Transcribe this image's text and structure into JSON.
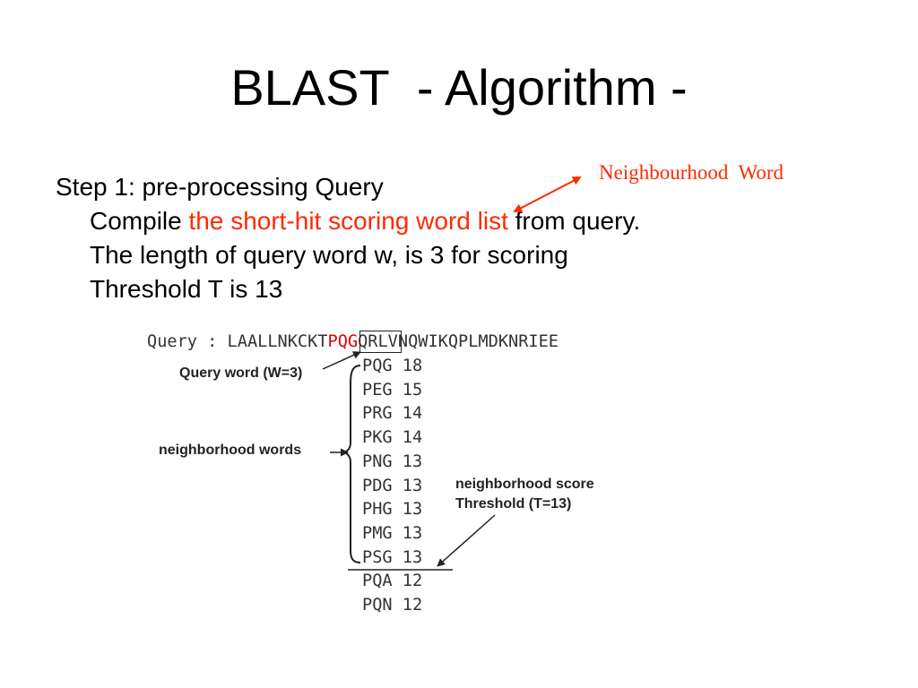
{
  "slide": {
    "title": "BLAST  - Algorithm -",
    "step": {
      "heading": "Step 1: pre-processing Query",
      "line2_prefix": "Compile ",
      "line2_highlight": "the short-hit scoring word list",
      "line2_suffix": " from query.",
      "line3": "The length of query word w, is 3 for scoring",
      "line4": "Threshold T is 13"
    },
    "annotation": "Neighbourhood  Word",
    "accent_color": "#ff2a00"
  },
  "figure": {
    "query_prefix": "Query : LAALLNKCKT",
    "query_word": "PQG",
    "query_suffix": "QRLVNQWIKQPLMDKNRIEE",
    "label_query_word": "Query word (W=3)",
    "label_neighborhood_words": "neighborhood words",
    "label_threshold_line1": "neighborhood score",
    "label_threshold_line2": "Threshold (T=13)",
    "words": [
      {
        "word": "PQG",
        "score": "18"
      },
      {
        "word": "PEG",
        "score": "15"
      },
      {
        "word": "PRG",
        "score": "14"
      },
      {
        "word": "PKG",
        "score": "14"
      },
      {
        "word": "PNG",
        "score": "13"
      },
      {
        "word": "PDG",
        "score": "13"
      },
      {
        "word": "PHG",
        "score": "13"
      },
      {
        "word": "PMG",
        "score": "13"
      },
      {
        "word": "PSG",
        "score": "13"
      },
      {
        "word": "PQA",
        "score": "12"
      },
      {
        "word": "PQN",
        "score": "12"
      }
    ]
  }
}
